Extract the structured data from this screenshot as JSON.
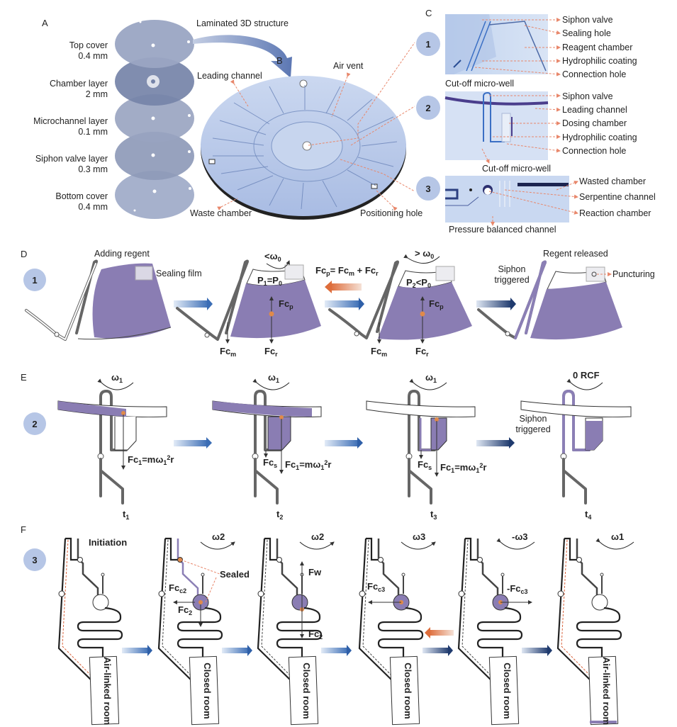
{
  "panels": {
    "A": {
      "letter": "A",
      "layers": [
        {
          "name": "Top cover",
          "thickness": "0.4 mm"
        },
        {
          "name": "Chamber layer",
          "thickness": "2 mm"
        },
        {
          "name": "Microchannel layer",
          "thickness": "0.1 mm"
        },
        {
          "name": "Siphon valve layer",
          "thickness": "0.3 mm"
        },
        {
          "name": "Bottom cover",
          "thickness": "0.4 mm"
        }
      ],
      "arrow_label": "Laminated 3D structure"
    },
    "B": {
      "letter": "B",
      "callouts": {
        "leading_channel": "Leading channel",
        "air_vent": "Air vent",
        "waste_chamber": "Waste chamber",
        "positioning_hole": "Positioning hole"
      }
    },
    "C": {
      "letter": "C",
      "insets": [
        {
          "num": "1",
          "labels": [
            "Siphon valve",
            "Sealing hole",
            "Reagent chamber",
            "Hydrophilic coating",
            "Connection hole"
          ],
          "bottom": "Cut-off micro-well"
        },
        {
          "num": "2",
          "labels": [
            "Siphon valve",
            "Leading channel",
            "Dosing chamber",
            "Hydrophilic coating",
            "Connection hole"
          ],
          "bottom": "Cut-off micro-well"
        },
        {
          "num": "3",
          "labels": [
            "Wasted chamber",
            "Serpentine channel",
            "Reaction chamber"
          ],
          "bottom": "Pressure balanced channel"
        }
      ]
    },
    "D": {
      "letter": "D",
      "num": "1",
      "adding": "Adding regent",
      "sealing_film": "Sealing film",
      "omega_lt": "<ω",
      "omega_gt": "> ω",
      "sub0": "0",
      "p1": "P",
      "p1_eq": "=P",
      "p2_lt": "<P",
      "fc": "Fc",
      "sub_p": "p",
      "sub_m": "m",
      "sub_r": "r",
      "balance_eq_left": "= Fc",
      "balance_eq_plus": " + Fc",
      "siphon_triggered_1": "Siphon",
      "siphon_triggered_2": "triggered",
      "released": "Regent released",
      "puncturing": "Puncturing"
    },
    "E": {
      "letter": "E",
      "num": "2",
      "omega1": "ω",
      "sub1": "1",
      "zero_rcf": "0 RCF",
      "fc1_eq": "=mω",
      "fc1_r": "r",
      "sup2": "2",
      "sub_s": "s",
      "times": [
        "t",
        "t",
        "t",
        "t"
      ],
      "time_subs": [
        "1",
        "2",
        "3",
        "4"
      ],
      "siphon_triggered_1": "Siphon",
      "siphon_triggered_2": "triggered"
    },
    "F": {
      "letter": "F",
      "num": "3",
      "initiation": "Initiation",
      "sealed": "Sealed",
      "rooms": [
        "Air-linked room",
        "Closed room",
        "Closed room",
        "Closed room",
        "Closed room",
        "Air-linked room"
      ],
      "omegas": [
        "",
        "ω2",
        "ω2",
        "ω3",
        "-ω3",
        "ω1"
      ],
      "fw": "Fw",
      "fcc2": "Fc",
      "sub_c2": "c2",
      "fc2": "Fc",
      "sub_2": "2",
      "fcc3": "Fc",
      "neg_fcc3": "-Fc",
      "sub_c3": "c3"
    }
  },
  "colors": {
    "liquid": "#8a7db3",
    "step_circle": "#b6c6e6",
    "arrow_blue": "#2e5fa8",
    "arrow_navy": "#1e3566",
    "arrow_orange": "#e07a4a",
    "callout": "#e8876b",
    "disc": "#b9c9ea"
  }
}
